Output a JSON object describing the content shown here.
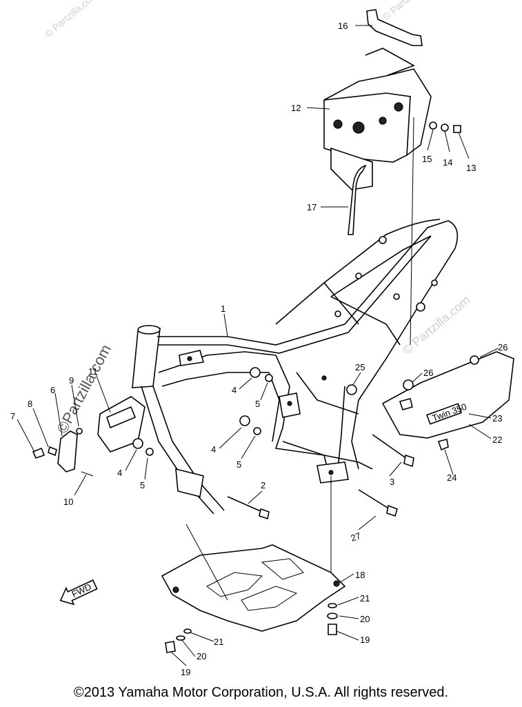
{
  "copyright": "©2013  Yamaha Motor Corporation, U.S.A. All rights reserved.",
  "watermarks": [
    "© Partzilla.com",
    "© Partzilla.com",
    "©Partzilla.com",
    "© Partzilla.com"
  ],
  "fwd_tag": "FWD",
  "side_cover_text": "Twin 350",
  "callouts": [
    {
      "id": "c1",
      "text": "1"
    },
    {
      "id": "c2",
      "text": "2"
    },
    {
      "id": "c3",
      "text": "3"
    },
    {
      "id": "c4a",
      "text": "4"
    },
    {
      "id": "c4b",
      "text": "4"
    },
    {
      "id": "c4c",
      "text": "4"
    },
    {
      "id": "c5a",
      "text": "5"
    },
    {
      "id": "c5b",
      "text": "5"
    },
    {
      "id": "c5c",
      "text": "5"
    },
    {
      "id": "c6",
      "text": "6"
    },
    {
      "id": "c7",
      "text": "7"
    },
    {
      "id": "c8",
      "text": "8"
    },
    {
      "id": "c9",
      "text": "9"
    },
    {
      "id": "c10",
      "text": "10"
    },
    {
      "id": "c11",
      "text": "11"
    },
    {
      "id": "c12",
      "text": "12"
    },
    {
      "id": "c13",
      "text": "13"
    },
    {
      "id": "c14",
      "text": "14"
    },
    {
      "id": "c15",
      "text": "15"
    },
    {
      "id": "c16",
      "text": "16"
    },
    {
      "id": "c17",
      "text": "17"
    },
    {
      "id": "c18",
      "text": "18"
    },
    {
      "id": "c19a",
      "text": "19"
    },
    {
      "id": "c19b",
      "text": "19"
    },
    {
      "id": "c20a",
      "text": "20"
    },
    {
      "id": "c20b",
      "text": "20"
    },
    {
      "id": "c21a",
      "text": "21"
    },
    {
      "id": "c21b",
      "text": "21"
    },
    {
      "id": "c22",
      "text": "22"
    },
    {
      "id": "c23",
      "text": "23"
    },
    {
      "id": "c24",
      "text": "24"
    },
    {
      "id": "c25",
      "text": "25"
    },
    {
      "id": "c26a",
      "text": "26"
    },
    {
      "id": "c26b",
      "text": "26"
    },
    {
      "id": "c27",
      "text": "27"
    }
  ]
}
